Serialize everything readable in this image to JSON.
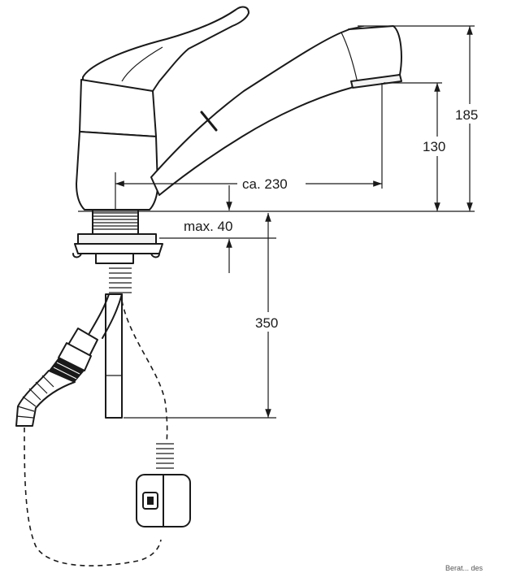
{
  "dimensions": {
    "reach": "ca. 230",
    "height_total": "185",
    "height_spout": "130",
    "max_thickness": "max. 40",
    "below_length": "350"
  },
  "corner_text": "Berat... des"
}
